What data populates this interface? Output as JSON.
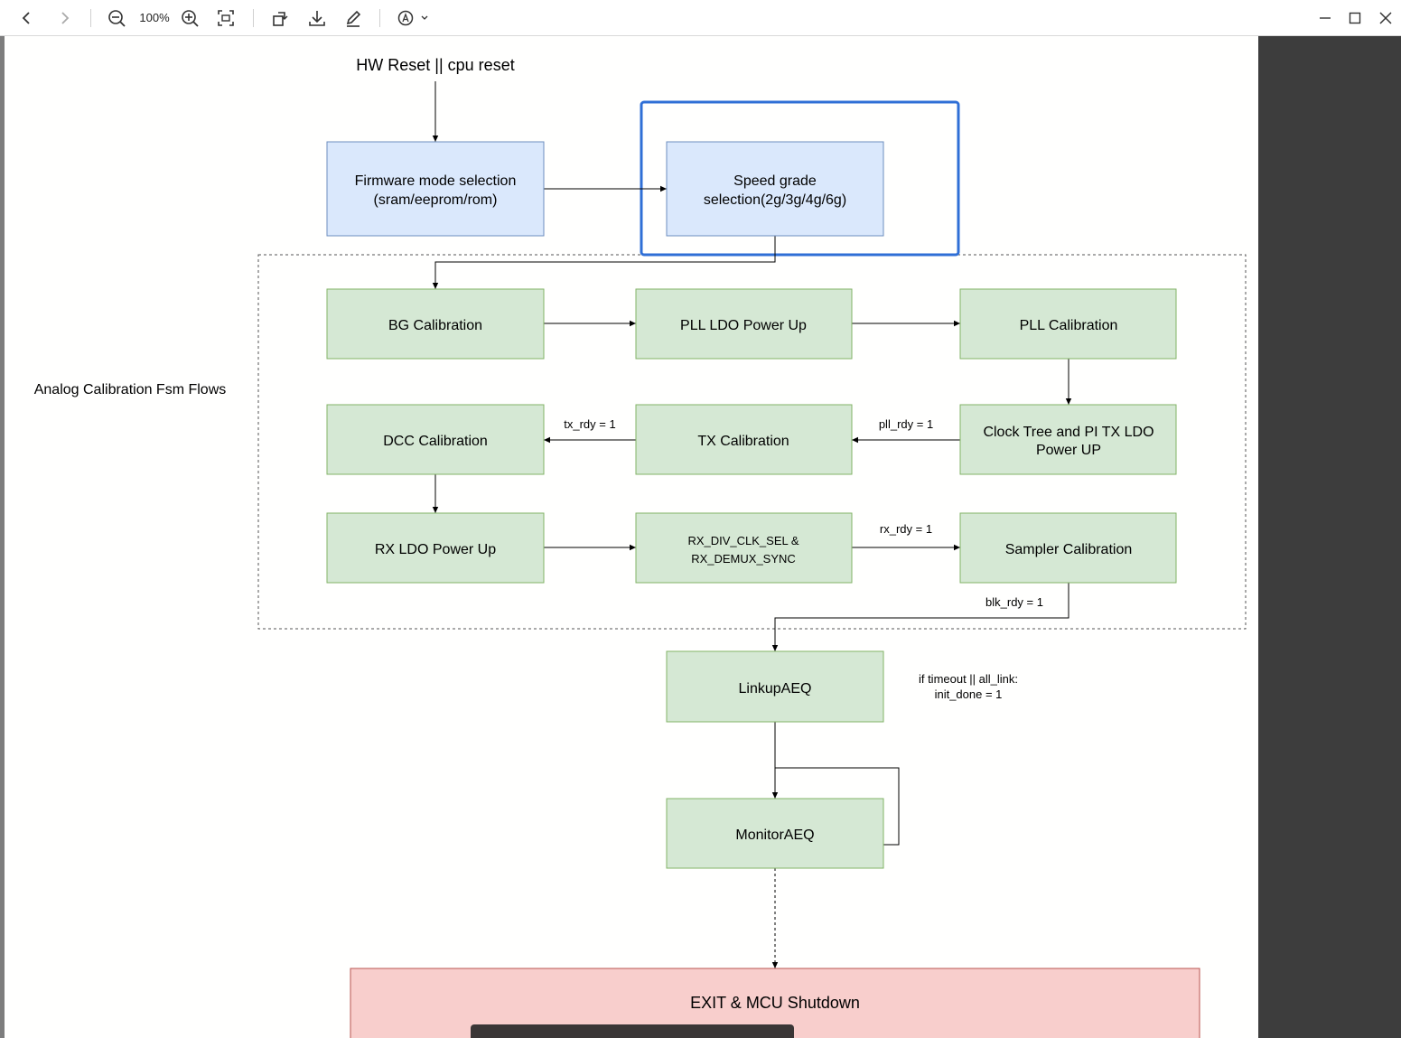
{
  "toolbar": {
    "zoom_level": "100%",
    "items": [
      {
        "name": "back-icon"
      },
      {
        "name": "forward-icon"
      },
      {
        "name": "zoom-out-icon"
      },
      {
        "name": "zoom-in-icon"
      },
      {
        "name": "fit-page-icon"
      },
      {
        "name": "rotate-icon"
      },
      {
        "name": "download-icon"
      },
      {
        "name": "annotate-pen-icon"
      },
      {
        "name": "text-recognition-icon"
      }
    ],
    "window_controls": [
      "minimize-icon",
      "maximize-icon",
      "close-icon"
    ]
  },
  "diagram": {
    "start_label": "HW Reset || cpu reset",
    "group_label": "Analog Calibration Fsm Flows",
    "nodes": {
      "firmware_mode": [
        "Firmware mode selection",
        "(sram/eeprom/rom)"
      ],
      "speed_grade": [
        "Speed grade",
        "selection(2g/3g/4g/6g)"
      ],
      "bg_cal": "BG Calibration",
      "pll_ldo": "PLL LDO Power Up",
      "pll_cal": "PLL Calibration",
      "clock_tree": [
        "Clock Tree and PI TX LDO",
        "Power UP"
      ],
      "tx_cal": "TX Calibration",
      "dcc_cal": "DCC Calibration",
      "rx_ldo": "RX LDO Power Up",
      "rx_div": [
        "RX_DIV_CLK_SEL &",
        "RX_DEMUX_SYNC"
      ],
      "sampler_cal": "Sampler Calibration",
      "linkup_aeq": "LinkupAEQ",
      "monitor_aeq": "MonitorAEQ",
      "exit": "EXIT & MCU Shutdown"
    },
    "edge_labels": {
      "tx_rdy": "tx_rdy = 1",
      "pll_rdy": "pll_rdy = 1",
      "rx_rdy": "rx_rdy = 1",
      "blk_rdy": "blk_rdy = 1",
      "timeout": [
        "if timeout || all_link:",
        "init_done = 1"
      ]
    },
    "colors": {
      "blue_fill": "#dae8fc",
      "blue_stroke": "#6c8ebf",
      "green_fill": "#d5e8d4",
      "green_stroke": "#82b366",
      "red_fill": "#f8cecc",
      "red_stroke": "#b85450",
      "highlight": "#2f6fd6"
    }
  }
}
